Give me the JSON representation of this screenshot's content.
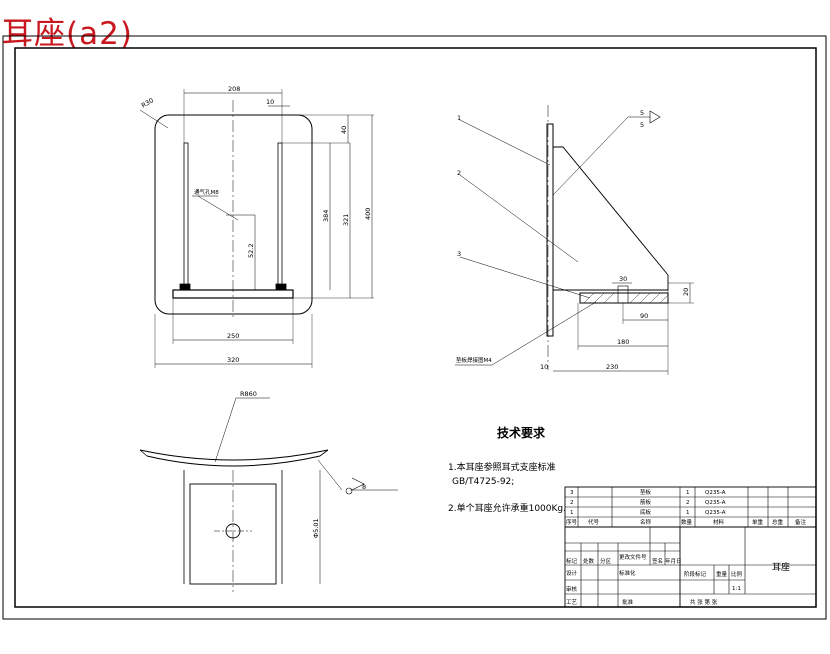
{
  "title": "耳座(a2)",
  "front_view": {
    "dim_top_width": "208",
    "dim_small_gap": "10",
    "dim_corner_radius": "R30",
    "dim_right_small": "40",
    "dim_right_a": "384",
    "dim_right_b": "321",
    "dim_right_c": "400",
    "dim_center": "52.2",
    "label_vent": "通气孔M8",
    "dim_bottom_inner": "250",
    "dim_bottom_outer": "320"
  },
  "side_view": {
    "callouts": [
      "1",
      "2",
      "3"
    ],
    "weld_a": "5",
    "weld_b": "5",
    "dim_30": "30",
    "dim_small_right": "20",
    "dim_90": "90",
    "dim_180": "180",
    "dim_230": "230",
    "dim_10": "10",
    "label_pad": "垫板焊接图M4"
  },
  "bottom_view": {
    "radius_label": "R860",
    "dim_height": "Φ5.01",
    "weld_symbol": "8"
  },
  "tech": {
    "heading": "技术要求",
    "line1": "1.本耳座参照耳式支座标准",
    "line1b": "GB/T4725-92;",
    "line2": "2.单个耳座允许承重1000Kg."
  },
  "parts_table": {
    "rows": [
      {
        "no": "3",
        "name": "垫板",
        "qty": "1",
        "material": "Q235-A"
      },
      {
        "no": "2",
        "name": "筋板",
        "qty": "2",
        "material": "Q235-A"
      },
      {
        "no": "1",
        "name": "底板",
        "qty": "1",
        "material": "Q235-A"
      }
    ],
    "header": {
      "no": "序号",
      "code": "代号",
      "name": "名称",
      "qty": "数量",
      "material": "材料",
      "unit_weight": "单重",
      "total_weight": "总重",
      "remark": "备注"
    }
  },
  "title_block": {
    "name": "耳座",
    "mark": "标记",
    "count": "处数",
    "zone": "分区",
    "change_doc": "更改文件号",
    "sign": "签名",
    "date": "年月日",
    "design": "设计",
    "standard": "标准化",
    "review": "审核",
    "process": "工艺",
    "approve": "批准",
    "stage": "阶段标记",
    "weight": "重量",
    "scale": "比例",
    "scale_val": "1:1",
    "sheets": "共  张  第  张"
  }
}
